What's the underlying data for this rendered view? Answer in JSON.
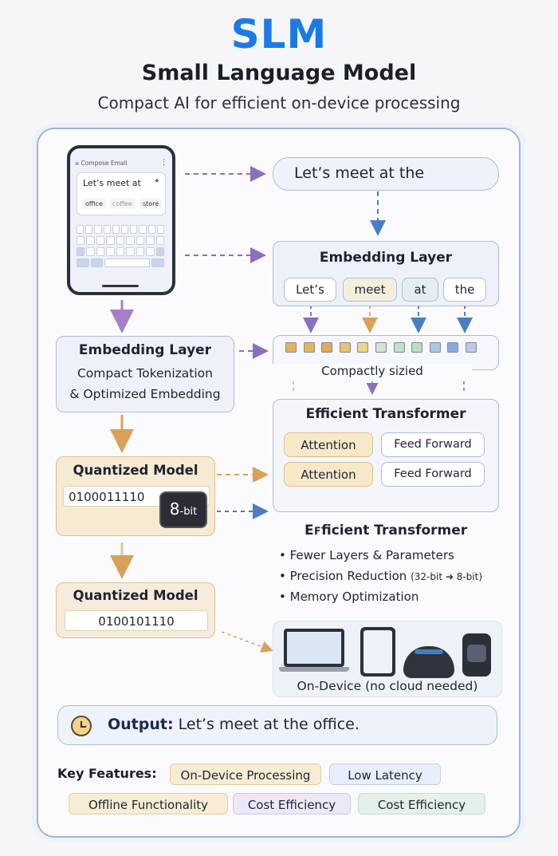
{
  "header": {
    "title": "SLM",
    "subtitle": "Small Language Model",
    "tagline": "Compact AI for efficient on-device processing"
  },
  "phone": {
    "app_header": "Compose Email",
    "typed_text": "Let’s meet at",
    "suggestions": [
      "office",
      "coffee",
      "store"
    ]
  },
  "input_prompt": "Let’s meet at the",
  "embedding_right": {
    "title": "Embedding Layer",
    "tokens": [
      "Let’s",
      "meet",
      "at",
      "the"
    ]
  },
  "embedding_left": {
    "title": "Embedding Layer",
    "line1": "Compact Tokenization",
    "line2": "& Optimized Embedding"
  },
  "vector": {
    "caption": "Compactly sizied",
    "colors": [
      "#e6b25a",
      "#e6b25a",
      "#e3a85a",
      "#e8c270",
      "#ecd58c",
      "#cfe3d8",
      "#bfe1cf",
      "#b9dcc5",
      "#a9c7ea",
      "#8fa6e6",
      "#b7cbef"
    ]
  },
  "quantized_top": {
    "title": "Quantized Model",
    "bits": "0100011110",
    "chip_label": "8",
    "chip_sub": "-bit"
  },
  "transformer_box": {
    "title": "Efficient Transformer",
    "cells": [
      "Attention",
      "Feed Forward",
      "Attention",
      "Feed Forward"
    ]
  },
  "transformer_info": {
    "title": "Eꜰficient Transformer",
    "bullets": [
      "Fewer Layers & Parameters",
      "Precision Reduction",
      "Memory Optimization"
    ],
    "precision_note": "(32-bit ➔ 8-bit)"
  },
  "quantized_bottom": {
    "title": "Quantized Model",
    "bits": "0100101110"
  },
  "devices": {
    "caption": "On-Device (no cloud needed)"
  },
  "output": {
    "label": "Output:",
    "text": "Let’s meet at the office."
  },
  "key_features": {
    "label": "Key Features:",
    "chips": [
      "On-Device Processing",
      "Low Latency",
      "Offline Functionality",
      "Cost Efficiency",
      "Cost Efficiency"
    ]
  },
  "colors": {
    "accent": "#1c7ae6",
    "arrow_purple": "#8b6fbf",
    "arrow_orange": "#d9a05a",
    "arrow_blue": "#4a7ec2"
  }
}
